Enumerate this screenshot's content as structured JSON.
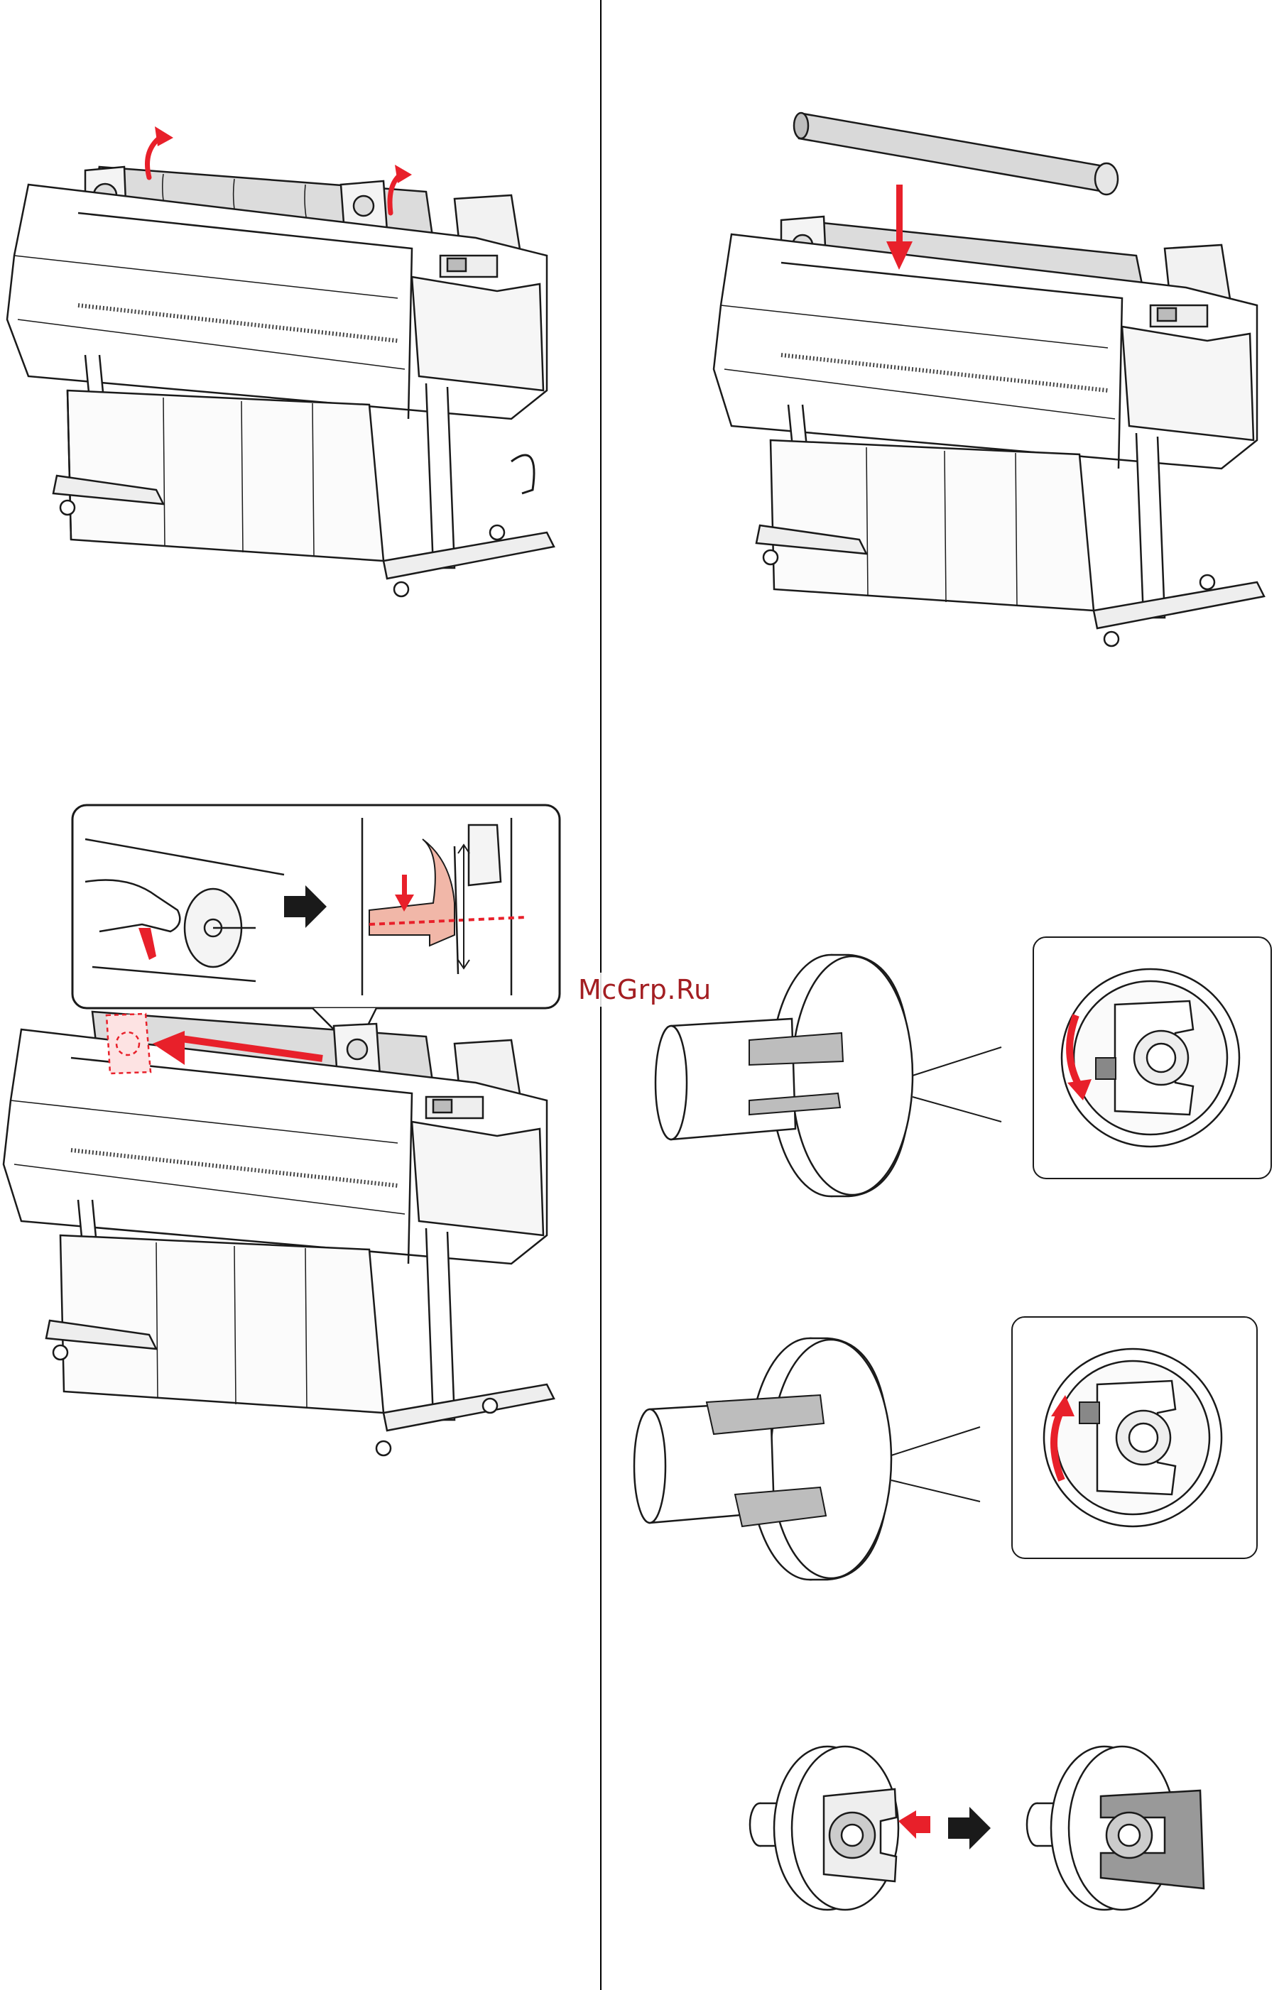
{
  "watermark": {
    "text": "McGrp.Ru"
  },
  "figures": [
    {
      "name": "printer-open-roll-cover",
      "icon": "printer-illustration"
    },
    {
      "name": "printer-insert-roll",
      "icon": "printer-illustration"
    },
    {
      "name": "printer-slide-adapter",
      "icon": "printer-illustration"
    },
    {
      "name": "adapter-lever-lock",
      "icon": "roll-adapter-illustration"
    },
    {
      "name": "adapter-lever-release",
      "icon": "roll-adapter-illustration"
    },
    {
      "name": "adapter-attach",
      "icon": "roll-adapter-illustration"
    }
  ],
  "colors": {
    "accent": "#e8202a",
    "highlight": "#f1b7a8",
    "line": "#1a1a1a",
    "fill": "#d9d9d9"
  }
}
